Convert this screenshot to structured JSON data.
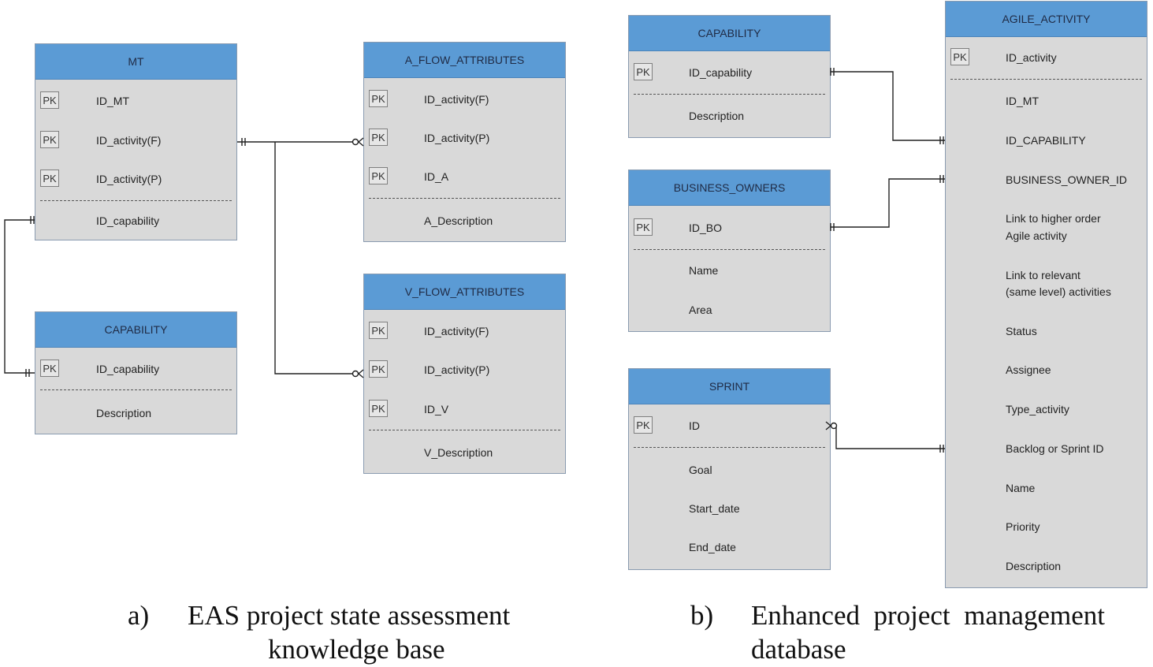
{
  "pk_label": "PK",
  "left": {
    "mt": {
      "title": "MT",
      "fields": [
        "ID_MT",
        "ID_activity(F)",
        "ID_activity(P)"
      ],
      "attrs": [
        "ID_capability"
      ]
    },
    "capability": {
      "title": "CAPABILITY",
      "fields": [
        "ID_capability"
      ],
      "attrs": [
        "Description"
      ]
    },
    "a_flow": {
      "title": "A_FLOW_ATTRIBUTES",
      "fields": [
        "ID_activity(F)",
        "ID_activity(P)",
        "ID_A"
      ],
      "attrs": [
        "A_Description"
      ]
    },
    "v_flow": {
      "title": "V_FLOW_ATTRIBUTES",
      "fields": [
        "ID_activity(F)",
        "ID_activity(P)",
        "ID_V"
      ],
      "attrs": [
        "V_Description"
      ]
    }
  },
  "right": {
    "capability": {
      "title": "CAPABILITY",
      "fields": [
        "ID_capability"
      ],
      "attrs": [
        "Description"
      ]
    },
    "business_owners": {
      "title": "BUSINESS_OWNERS",
      "fields": [
        "ID_BO"
      ],
      "attrs": [
        "Name",
        "Area"
      ]
    },
    "sprint": {
      "title": "SPRINT",
      "fields": [
        "ID"
      ],
      "attrs": [
        "Goal",
        "Start_date",
        "End_date"
      ]
    },
    "agile_activity": {
      "title": "AGILE_ACTIVITY",
      "fields": [
        "ID_activity"
      ],
      "attrs": [
        "ID_MT",
        "ID_CAPABILITY",
        "BUSINESS_OWNER_ID",
        "Link to higher order",
        "Agile activity",
        "Link to relevant",
        "(same level) activities",
        "Status",
        "Assignee",
        "Type_activity",
        "Backlog or Sprint ID",
        "Name",
        "Priority",
        "Description"
      ]
    }
  },
  "captions": {
    "a_label": "a)",
    "a_line1": "EAS project state assessment",
    "a_line2": "knowledge base",
    "b_label": "b)",
    "b_line1": "Enhanced  project  management",
    "b_line2": "database"
  }
}
